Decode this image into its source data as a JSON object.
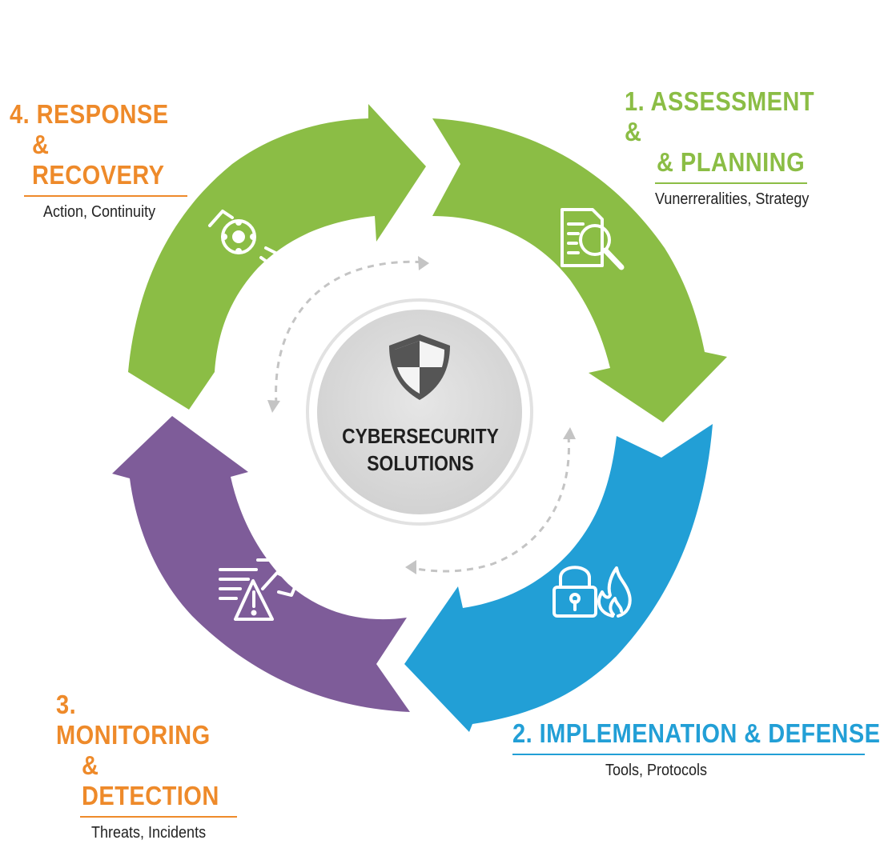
{
  "center": {
    "line1": "CYBERSECURITY",
    "line2": "SOLUTIONS",
    "icon": "shield-icon"
  },
  "stages": [
    {
      "id": "s1",
      "title_line1": "1. ASSESSMENT &",
      "title_line2": "& PLANNING",
      "subtitle": "Vunerreralities, Strategy",
      "color": "#8bbd45",
      "icon": "document-search-icon"
    },
    {
      "id": "s2",
      "title_line1": "2. IMPLEMENATION & DEFENSE",
      "title_line2": "",
      "subtitle": "Tools, Protocols",
      "color": "#229fd6",
      "icon": "lock-fire-icon"
    },
    {
      "id": "s3",
      "title_line1": "3. MONITORING",
      "title_line2": "& DETECTION",
      "subtitle": "Threats, Incidents",
      "color": "#7e5c99",
      "icon": "alert-report-icon"
    },
    {
      "id": "s4",
      "title_line1": "4. RESPONSE",
      "title_line2": "& RECOVERY",
      "subtitle": "Action, Continuity",
      "color": "#8bbd45",
      "icon": "target-recovery-icon"
    }
  ],
  "colors": {
    "green": "#8bbd45",
    "blue": "#229fd6",
    "purple": "#7e5c99",
    "orange": "#ee8a2a",
    "center_fill": "#dcdcdc",
    "dashed": "#c4c4c4"
  }
}
